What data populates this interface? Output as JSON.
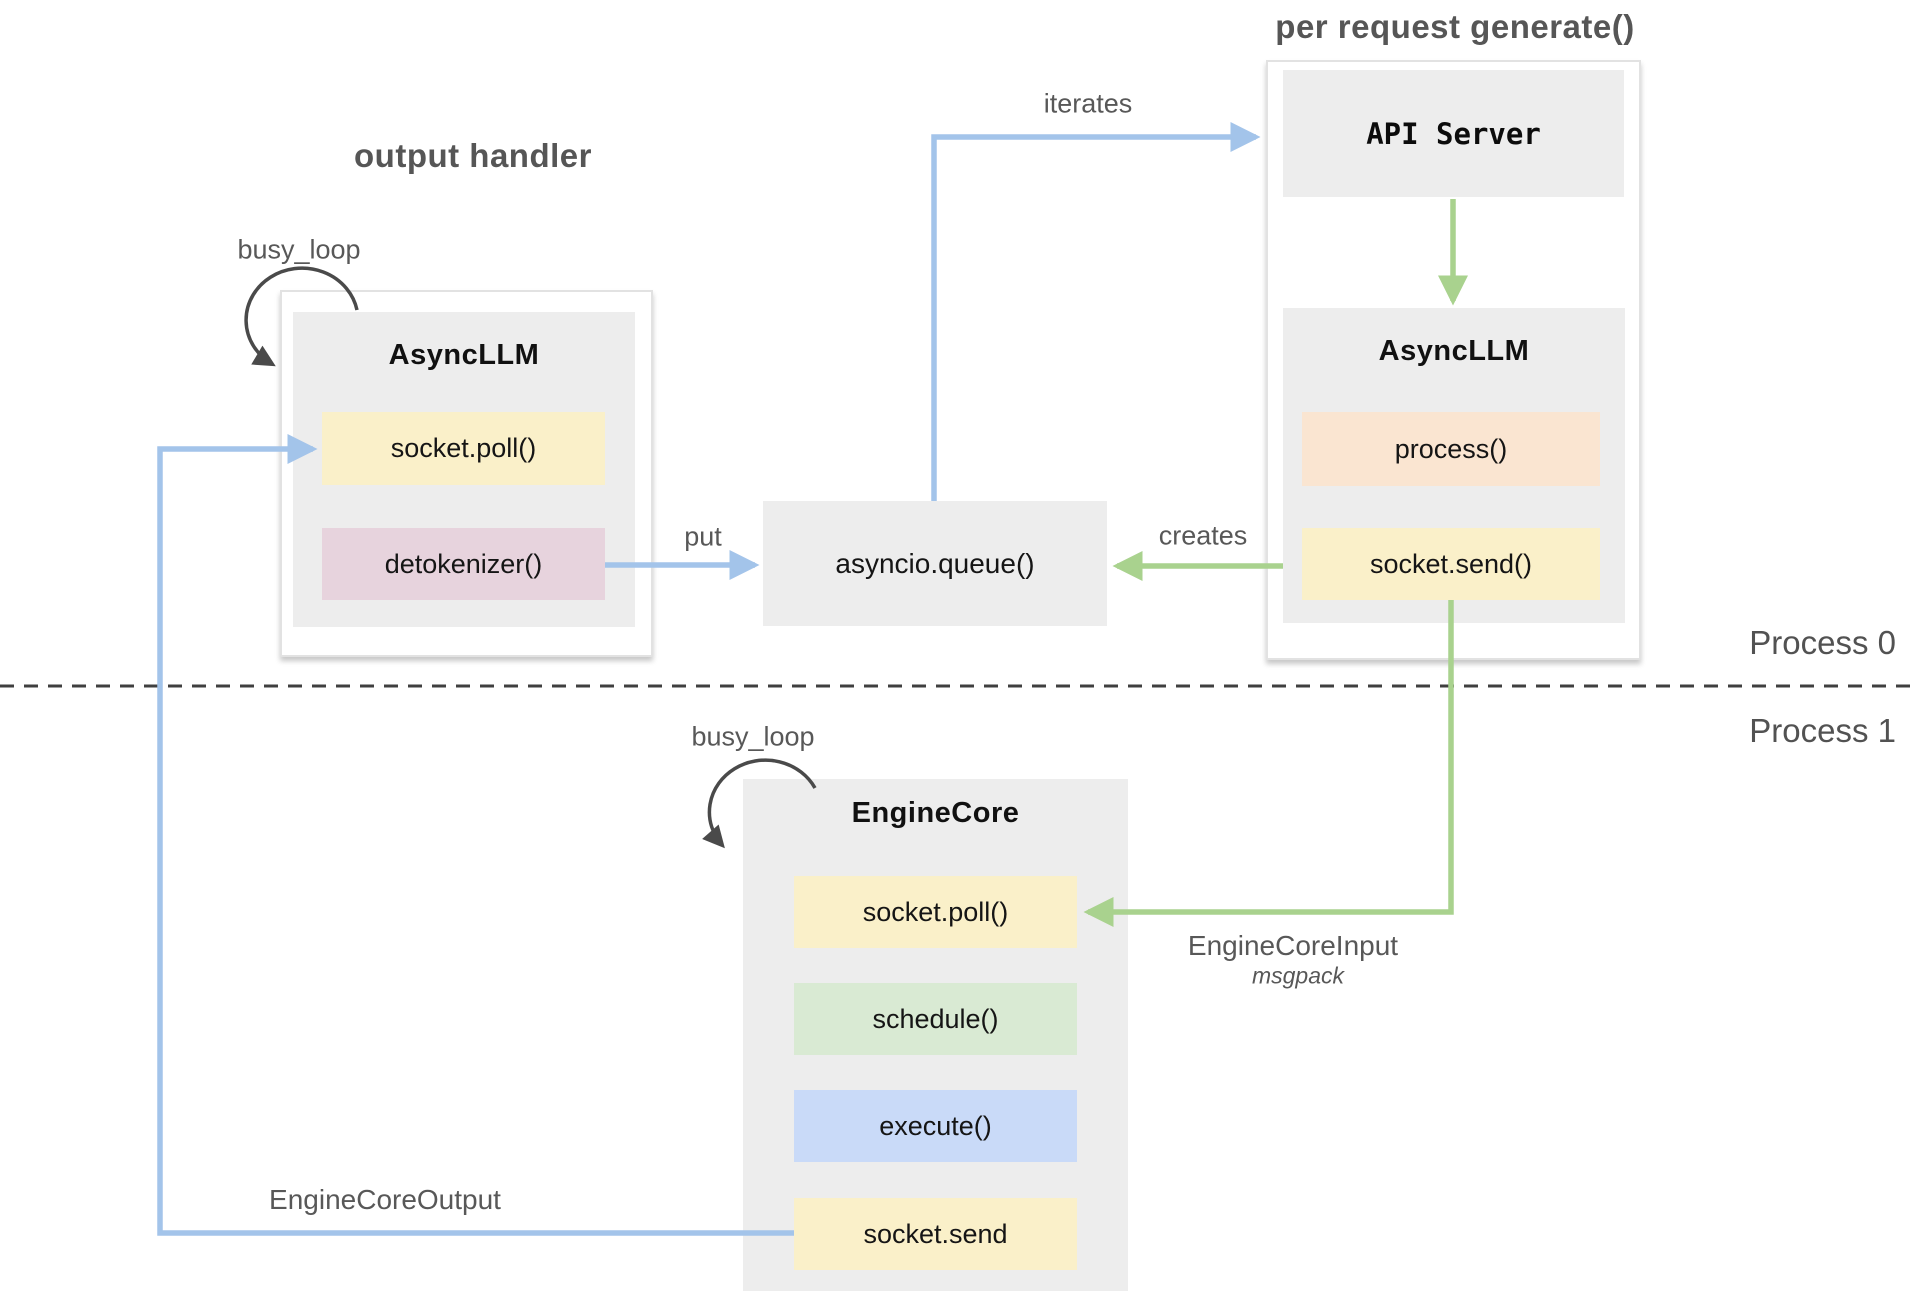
{
  "diagram": {
    "title_left": "output handler",
    "title_right": "per request generate()",
    "process_0": "Process 0",
    "process_1": "Process 1"
  },
  "labels": {
    "busy_loop_top": "busy_loop",
    "busy_loop_bottom": "busy_loop",
    "iterates": "iterates",
    "put": "put",
    "creates": "creates",
    "engine_core_input": "EngineCoreInput",
    "msgpack": "msgpack",
    "engine_core_output": "EngineCoreOutput"
  },
  "boxes": {
    "api_server": {
      "title": "API Server"
    },
    "async_llm_output_handler": {
      "title": "AsyncLLM",
      "methods": [
        "socket.poll()",
        "detokenizer()"
      ]
    },
    "async_llm_per_request": {
      "title": "AsyncLLM",
      "methods": [
        "process()",
        "socket.send()"
      ]
    },
    "asyncio_queue": {
      "title": "asyncio.queue()"
    },
    "engine_core": {
      "title": "EngineCore",
      "methods": [
        "socket.poll()",
        "schedule()",
        "execute()",
        "socket.send"
      ]
    }
  },
  "colors": {
    "component_gray": "#ededed",
    "method_yellow": "#faf0c9",
    "method_pink": "#e7d3dd",
    "method_peach": "#fae5d1",
    "method_green": "#d9ead3",
    "method_blue": "#c9daf8",
    "arrow_blue": "#a3c4ea",
    "arrow_green": "#a9d28e",
    "loop_arrow_dark": "#4a4a4a",
    "label_gray": "#585858"
  }
}
